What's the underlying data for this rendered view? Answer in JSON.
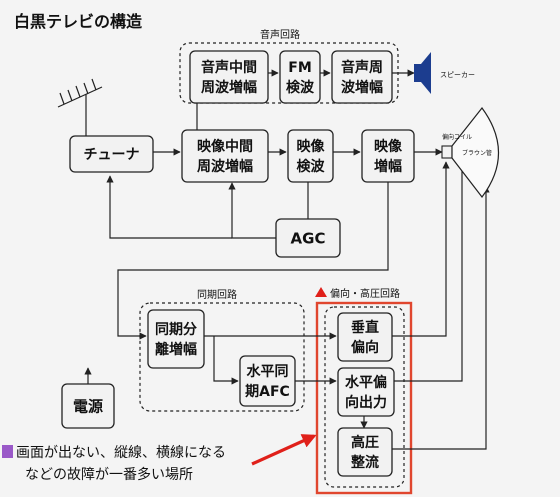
{
  "title": "白黒テレビの構造",
  "groups": {
    "audio": "音声回路",
    "sync": "同期回路",
    "deflect": "偏向・高圧回路"
  },
  "blocks": {
    "audio_if": [
      "音声中間",
      "周波増幅"
    ],
    "fm_detect": [
      "FM",
      "検波"
    ],
    "audio_amp": [
      "音声周",
      "波増幅"
    ],
    "tuner": [
      "チューナ"
    ],
    "video_if": [
      "映像中間",
      "周波増幅"
    ],
    "video_detect": [
      "映像",
      "検波"
    ],
    "video_amp": [
      "映像",
      "増幅"
    ],
    "agc": [
      "AGC"
    ],
    "sync_sep": [
      "同期分",
      "離増幅"
    ],
    "h_afc": [
      "水平同",
      "期AFC"
    ],
    "v_deflect": [
      "垂直",
      "偏向"
    ],
    "h_out": [
      "水平偏",
      "向出力"
    ],
    "hv_rect": [
      "高圧",
      "整流"
    ],
    "power": [
      "電源"
    ]
  },
  "labels": {
    "speaker": "スピーカー",
    "deflection_coil": "偏向コイル",
    "crt": "ブラウン管"
  },
  "caption": {
    "line1": "画面が出ない、縦線、横線になる",
    "line2": "などの故障が一番多い場所"
  },
  "colors": {
    "highlight": "#e0462e",
    "marker": "#9a59c8",
    "arrow": "#e0201a"
  }
}
